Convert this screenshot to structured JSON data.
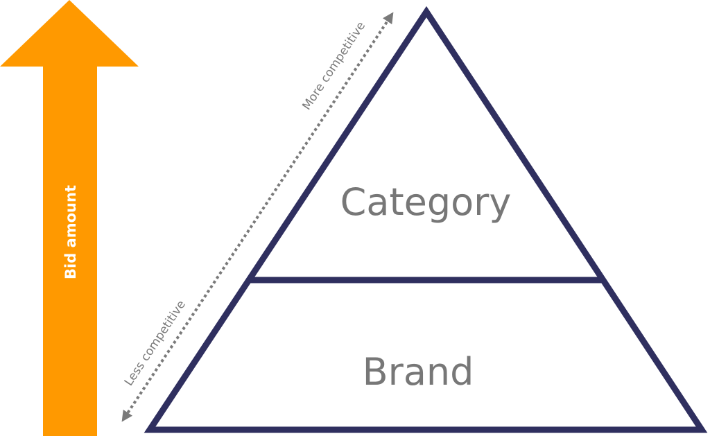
{
  "bid_arrow": {
    "label": "Bid amount",
    "color": "#ff9900"
  },
  "competition_axis": {
    "top_label": "More competitive",
    "bottom_label": "Less competitive",
    "color": "#7a7a7a"
  },
  "pyramid": {
    "stroke_color": "#2f2f5f",
    "levels": [
      {
        "label": "Category"
      },
      {
        "label": "Brand"
      }
    ],
    "text_color": "#777777"
  }
}
